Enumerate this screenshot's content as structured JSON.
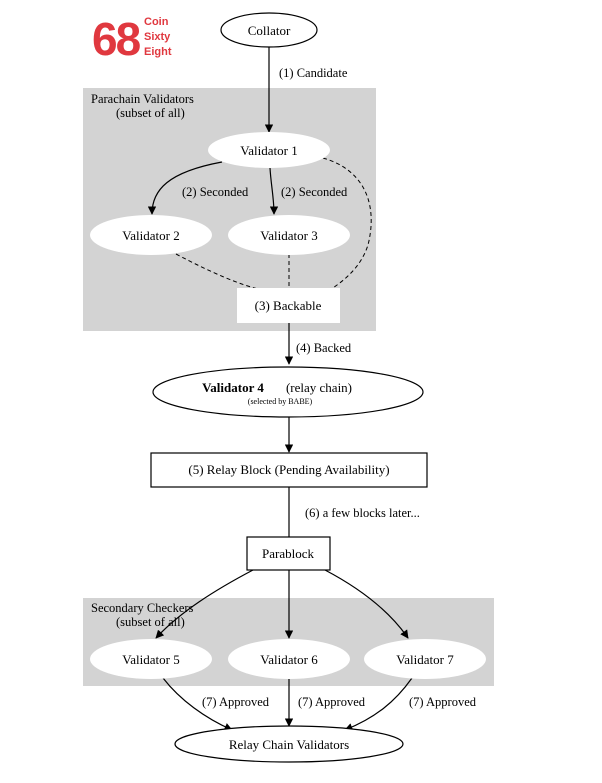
{
  "logo": {
    "digits": "68",
    "lines": [
      "Coin",
      "Sixty",
      "Eight"
    ],
    "color": "#e0383f"
  },
  "clusters": {
    "parachain_validators": {
      "title": "Parachain Validators",
      "subtitle": "(subset of all)"
    },
    "secondary_checkers": {
      "title": "Secondary Checkers",
      "subtitle": "(subset of all)"
    }
  },
  "nodes": {
    "collator": "Collator",
    "validator_1": "Validator 1",
    "validator_2": "Validator 2",
    "validator_3": "Validator 3",
    "backable": "(3) Backable",
    "validator_4": {
      "name": "Validator 4",
      "role": "(relay chain)",
      "note": "(selected by BABE)"
    },
    "relay_block": "(5) Relay Block (Pending Availability)",
    "parablock": "Parablock",
    "validator_5": "Validator 5",
    "validator_6": "Validator 6",
    "validator_7": "Validator 7",
    "relay_chain_validators": "Relay Chain Validators"
  },
  "edges": {
    "candidate": "(1) Candidate",
    "seconded_left": "(2) Seconded",
    "seconded_right": "(2) Seconded",
    "backed": "(4) Backed",
    "few_blocks_later": "(6) a few blocks later...",
    "approved_5": "(7) Approved",
    "approved_6": "(7) Approved",
    "approved_7": "(7) Approved"
  },
  "colors": {
    "cluster_fill": "#d3d3d3",
    "node_fill": "#ffffff",
    "stroke": "#000000"
  }
}
